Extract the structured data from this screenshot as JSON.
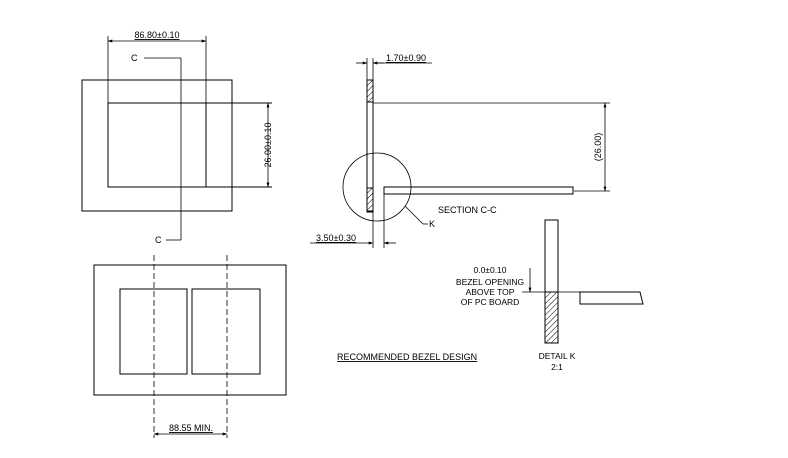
{
  "top_view": {
    "width_dim": "86.80±0.10",
    "height_dim": "26.00±0.10",
    "section_label_top": "C",
    "section_label_bottom": "C"
  },
  "section_view": {
    "thickness_dim": "1.70±0.90",
    "height_ref_dim": "(26.00)",
    "offset_dim": "3.50±0.30",
    "section_title": "SECTION C-C",
    "detail_callout": "K"
  },
  "bezel_view": {
    "opening_dim": "88.55 MIN.",
    "caption": "RECOMMENDED BEZEL DESIGN"
  },
  "detail_k": {
    "note_lines": [
      "0.0±0.10",
      "BEZEL OPENING",
      "ABOVE TOP",
      "OF PC BOARD"
    ],
    "title": "DETAIL K",
    "scale": "2:1"
  }
}
